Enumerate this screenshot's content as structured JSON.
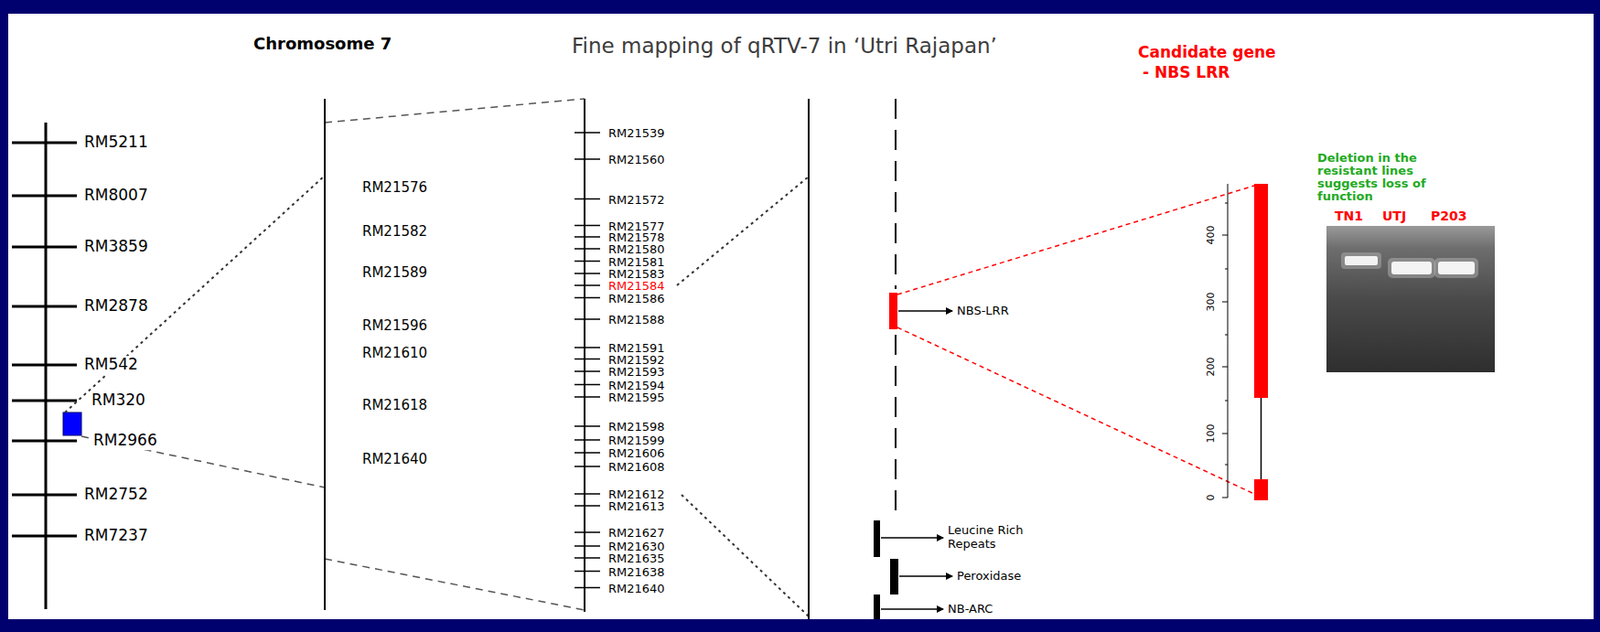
{
  "diagram": {
    "title": "Fine mapping of qRTV-7 in ‘Utri Rajapan’",
    "labels": [
      "Chromosome 7",
      "RM5211",
      "RM8007",
      "RM3859",
      "RM2878",
      "RM542",
      "RM320",
      "RM2966",
      "RM2752",
      "RM7237",
      "RM21576",
      "RM21582",
      "RM21589",
      "RM21596",
      "RM21610",
      "RM21618",
      "RM21640",
      "RM21539",
      "RM21560",
      "RM21572",
      "RM21577",
      "RM21578",
      "RM21580",
      "RM21581",
      "RM21583",
      "RM21584",
      "RM21586",
      "RM21588",
      "RM21591",
      "RM21592",
      "RM21593",
      "RM21594",
      "RM21595",
      "RM21598",
      "RM21599",
      "RM21606",
      "RM21608",
      "RM21612",
      "RM21613",
      "RM21627",
      "RM21630",
      "RM21635",
      "RM21638",
      "RM21640",
      "Candidate gene",
      "- NBS LRR",
      "NBS-LRR",
      "Leucine Rich Repeats",
      "Peroxidase",
      "NB-ARC",
      "400",
      "300",
      "200",
      "100",
      "0",
      "Deletion in the resistant lines suggests loss of function",
      "TN1",
      "UTJ",
      "P203"
    ]
  }
}
